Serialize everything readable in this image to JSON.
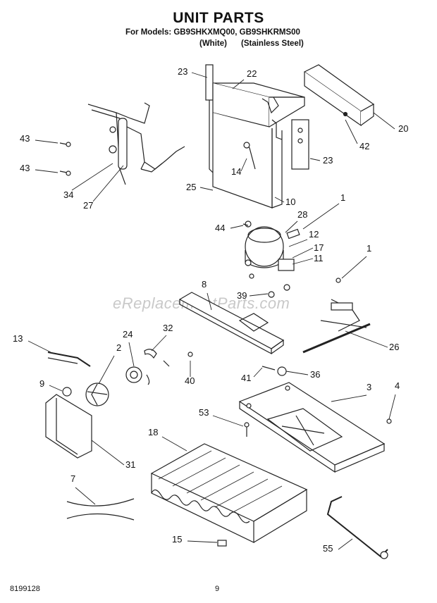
{
  "title": "UNIT PARTS",
  "models_line": "For Models: GB9SHKXMQ00, GB9SHKRMS00",
  "finishes": [
    "(White)",
    "(Stainless Steel)"
  ],
  "watermark": "eReplacementParts.com",
  "footer": {
    "doc_number": "8199128",
    "page_number": "9"
  },
  "callouts": [
    "23",
    "22",
    "20",
    "43",
    "42",
    "14",
    "23",
    "43",
    "34",
    "27",
    "25",
    "10",
    "1",
    "44",
    "28",
    "12",
    "17",
    "11",
    "1",
    "8",
    "39",
    "26",
    "13",
    "24",
    "32",
    "2",
    "9",
    "40",
    "41",
    "36",
    "3",
    "4",
    "53",
    "18",
    "31",
    "7",
    "15",
    "55"
  ]
}
